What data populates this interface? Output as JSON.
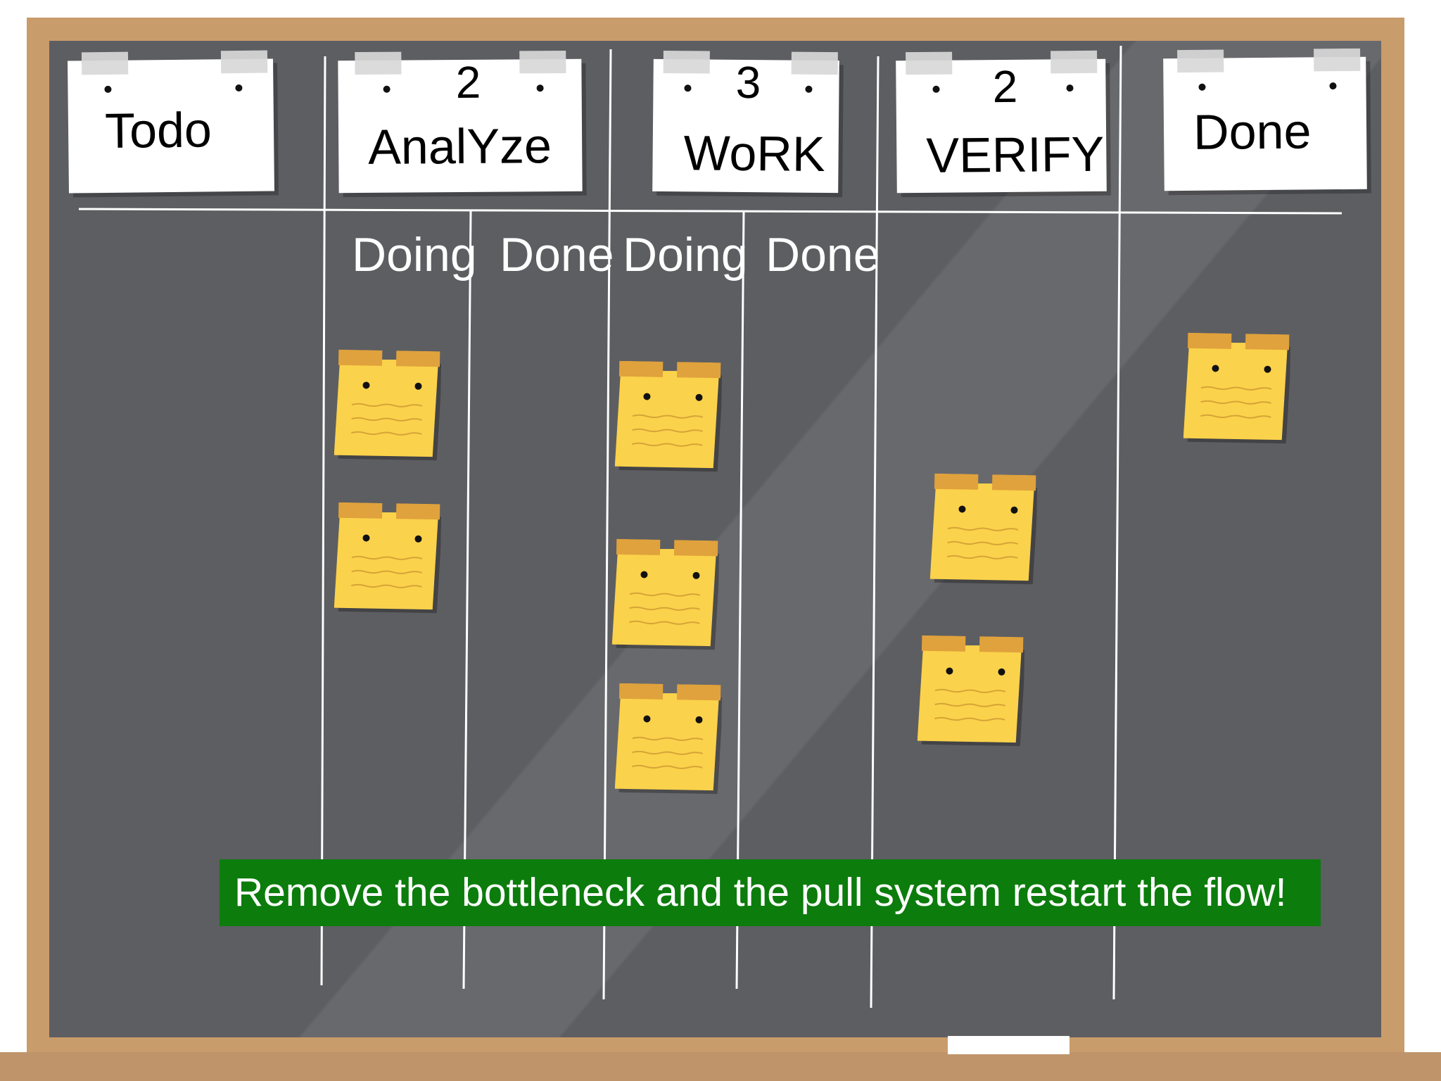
{
  "columns": [
    {
      "name": "Todo",
      "wip_limit": ""
    },
    {
      "name": "AnalYze",
      "wip_limit": "2",
      "sub_columns": [
        "Doing",
        "Done"
      ]
    },
    {
      "name": "WoRK",
      "wip_limit": "3",
      "sub_columns": [
        "Doing",
        "Done"
      ]
    },
    {
      "name": "VERIFY",
      "wip_limit": "2"
    },
    {
      "name": "Done",
      "wip_limit": ""
    }
  ],
  "cards_per_column": {
    "analyze_doing": 2,
    "work_doing": 3,
    "verify": 2,
    "done": 1
  },
  "banner": {
    "text": "Remove the bottleneck and the pull system restart the flow!"
  },
  "colors": {
    "board": "#5d5e62",
    "frame": "#c99c6b",
    "sticky_note": "#fbd24b",
    "sticky_tape": "#e0a23c",
    "banner": "#0c7c0c",
    "chalk_line": "#ffffff"
  },
  "icons": {
    "sticky": "sticky-note-icon",
    "pin": "pin-hole-icon",
    "tape": "tape-strip-icon"
  }
}
